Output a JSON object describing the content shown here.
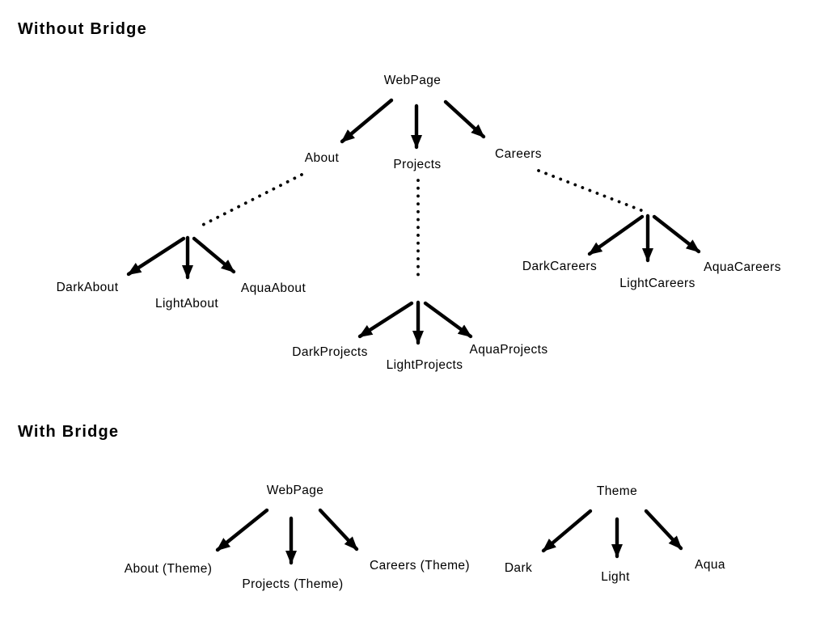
{
  "sections": {
    "without_bridge": {
      "title": "Without Bridge",
      "root": "WebPage",
      "children": [
        {
          "label": "About",
          "connector_to_variants": "dotted",
          "variants": [
            "DarkAbout",
            "LightAbout",
            "AquaAbout"
          ]
        },
        {
          "label": "Projects",
          "connector_to_variants": "dotted",
          "variants": [
            "DarkProjects",
            "LightProjects",
            "AquaProjects"
          ]
        },
        {
          "label": "Careers",
          "connector_to_variants": "dotted",
          "variants": [
            "DarkCareers",
            "LightCareers",
            "AquaCareers"
          ]
        }
      ],
      "edge_style_root_to_children": "solid-arrow"
    },
    "with_bridge": {
      "title": "With Bridge",
      "trees": [
        {
          "root": "WebPage",
          "children": [
            "About (Theme)",
            "Projects (Theme)",
            "Careers (Theme)"
          ]
        },
        {
          "root": "Theme",
          "children": [
            "Dark",
            "Light",
            "Aqua"
          ]
        }
      ],
      "edge_style_root_to_children": "solid-arrow"
    }
  },
  "styles": {
    "background": "#ffffff",
    "line_color": "#000000",
    "text_color": "#000000"
  }
}
